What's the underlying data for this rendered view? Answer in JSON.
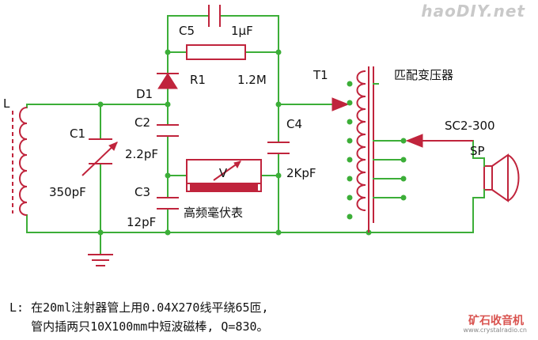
{
  "labels": {
    "L": "L",
    "C1": "C1",
    "C1_value": "350pF",
    "D1": "D1",
    "C2": "C2",
    "C2_value": "2.2pF",
    "C3": "C3",
    "C3_value": "12pF",
    "C5": "C5",
    "C5_value": "1μF",
    "R1": "R1",
    "R1_value": "1.2M",
    "C4": "C4",
    "C4_value": "2KpF",
    "meter_label": "高频毫伏表",
    "meter_symbol": "V",
    "T1": "T1",
    "T1_desc": "匹配变压器",
    "SC": "SC2-300",
    "SP": "SP"
  },
  "notes": {
    "line1": "L: 在20ml注射器管上用0.04X270线平绕65匝,",
    "line2": "   管内插两只10X100mm中短波磁棒, Q=830。"
  },
  "watermark": {
    "site": "haoDIY.net",
    "cn": "矿石收音机",
    "url": "www.crystalradio.cn"
  }
}
